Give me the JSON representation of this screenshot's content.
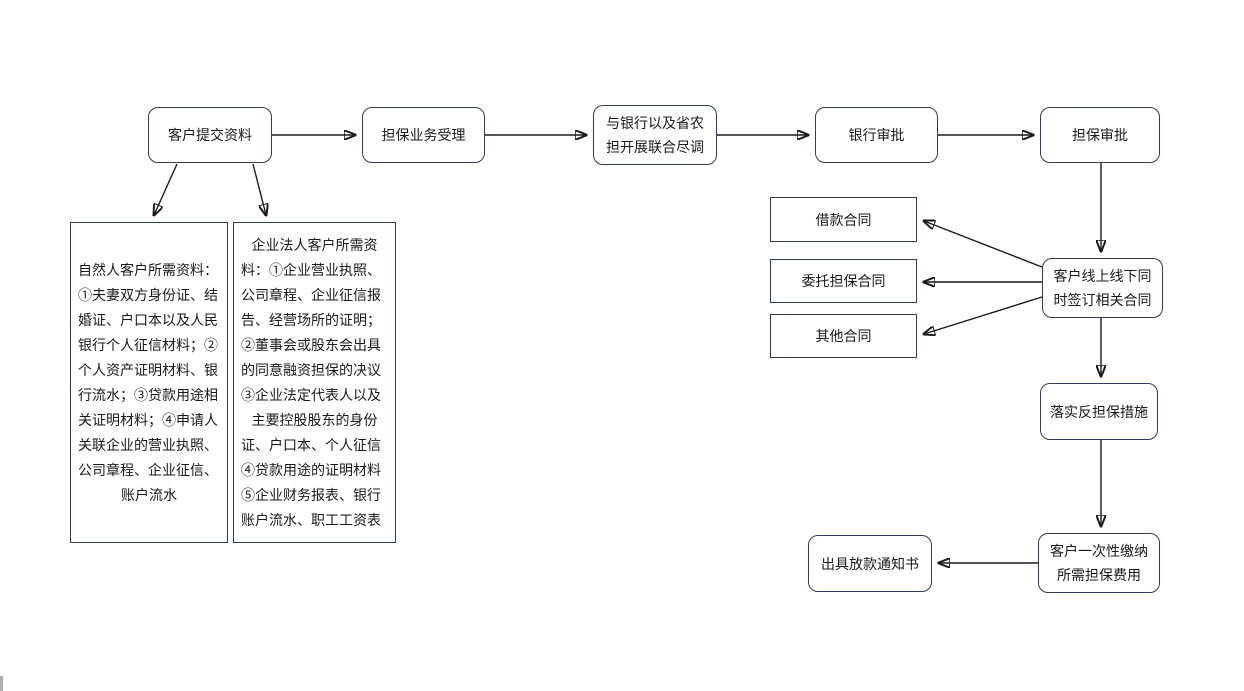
{
  "nodes": {
    "submit": "客户提交资料",
    "acceptance": "担保业务受理",
    "due_diligence": {
      "line1": "与银行以及省农",
      "line2": "担开展联合尽调"
    },
    "bank_approval": "银行审批",
    "guarantee_approval": "担保审批",
    "loan_contract": "借款合同",
    "entrust_contract": "委托担保合同",
    "other_contract": "其他合同",
    "sign_contract": {
      "line1": "客户线上线下同",
      "line2": "时签订相关合同"
    },
    "counter_guarantee": "落实反担保措施",
    "pay_fee": {
      "line1": "客户一次性缴纳",
      "line2": "所需担保费用"
    },
    "loan_notice": "出具放款通知书"
  },
  "natural_person_box": {
    "lines": [
      "自然人客户所需资料：",
      "①夫妻双方身份证、结",
      "婚证、户口本以及人民",
      "银行个人征信材料；②",
      "个人资产证明材料、银",
      "行流水；③贷款用途相",
      "关证明材料；④申请人",
      "关联企业的营业执照、",
      "公司章程、企业征信、",
      "账户流水"
    ]
  },
  "legal_person_box": {
    "lines": [
      "企业法人客户所需资",
      "料：①企业营业执照、",
      "公司章程、企业征信报",
      "告、经营场所的证明；",
      "②董事会或股东会出具",
      "的同意融资担保的决议",
      "③企业法定代表人以及",
      "主要控股股东的身份",
      "证、户口本、个人征信",
      "④贷款用途的证明材料",
      "⑤企业财务报表、银行",
      "账户流水、职工工资表"
    ]
  },
  "colors": {
    "box_border": "#2f3a5e",
    "arrow": "#1a1a1a",
    "text": "#1a1a1a",
    "background": "#ffffff"
  }
}
